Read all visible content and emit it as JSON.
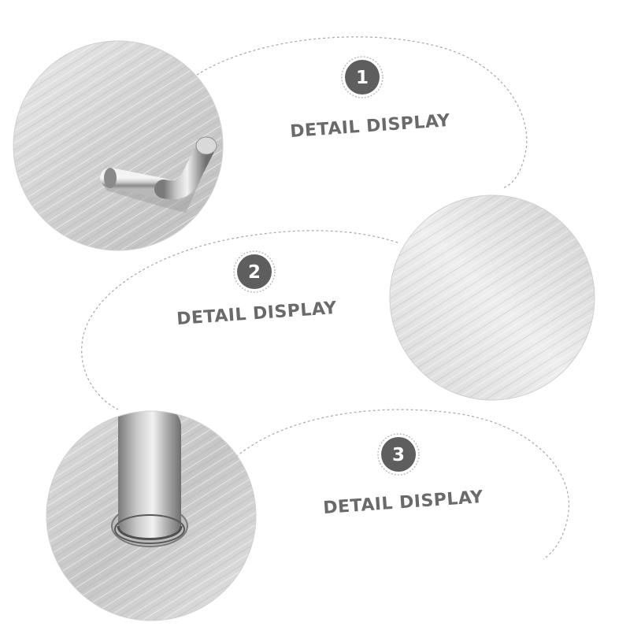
{
  "sections": [
    {
      "number": "1",
      "label": "DETAIL DISPLAY"
    },
    {
      "number": "2",
      "label": "DETAIL DISPLAY"
    },
    {
      "number": "3",
      "label": "DETAIL DISPLAY"
    }
  ],
  "colors": {
    "badge_fill": "#5e5e5e",
    "badge_ring": "#bdbdbd",
    "label_text": "#6a6a6a",
    "dashed_outline": "#a8a8a8",
    "metal_light": "#e4e4e4",
    "metal_dark": "#b9b9b9"
  },
  "icons": [
    "hook-closeup-image",
    "brushed-metal-image",
    "hook-base-closeup-image"
  ]
}
